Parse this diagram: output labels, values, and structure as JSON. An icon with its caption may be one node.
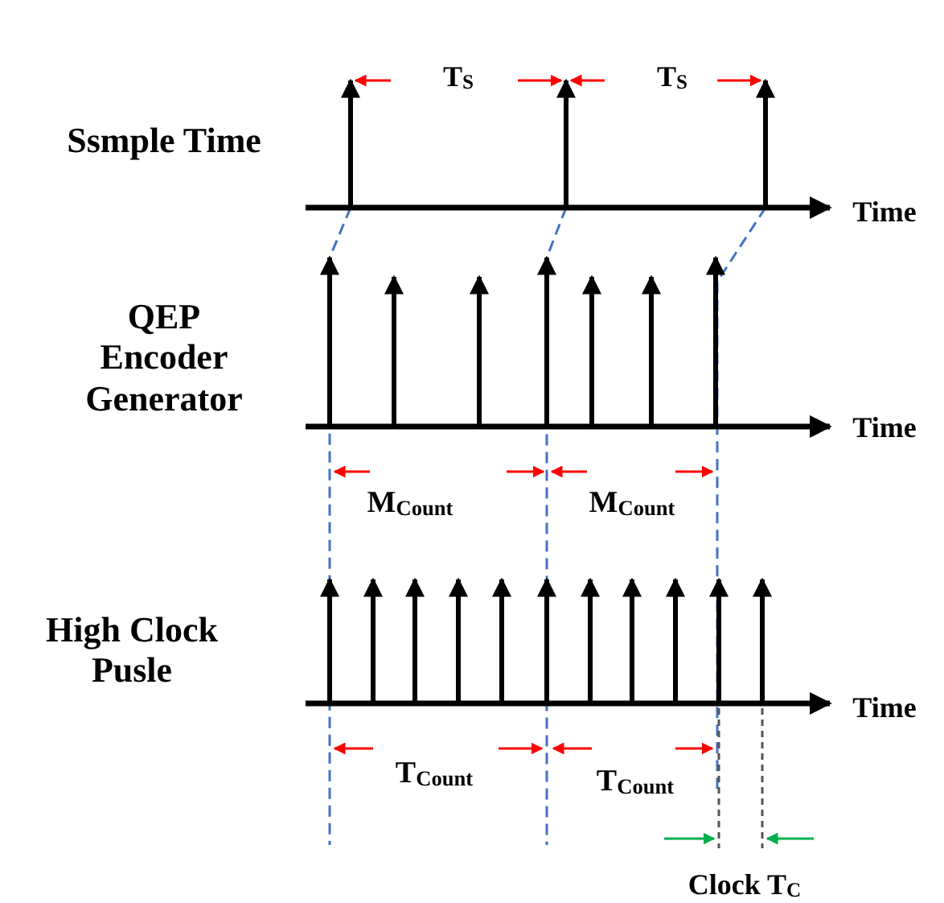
{
  "diagram": {
    "labels": [
      "T$_{S}$",
      "T$_{S}$",
      "Ssmple Time",
      "Time",
      "QEP Encoder Generator",
      "Time",
      "M$_{Count}$",
      "M$_{Count}$",
      "High Clock Pusle",
      "Time",
      "T$_{Count}$",
      "T$_{Count}$",
      "Clock T$_{C}$"
    ]
  }
}
